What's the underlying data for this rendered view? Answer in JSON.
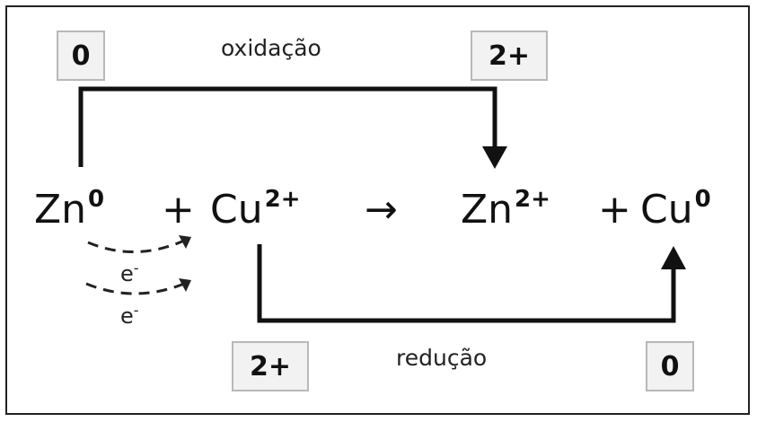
{
  "oxidation": {
    "label": "oxidação",
    "from_state": "0",
    "to_state": "2+"
  },
  "reduction": {
    "label": "redução",
    "from_state": "2+",
    "to_state": "0"
  },
  "equation": {
    "zn_reagent": {
      "symbol": "Zn",
      "charge": "0"
    },
    "plus_left": "+",
    "cu_reagent": {
      "symbol": "Cu",
      "charge": "2+"
    },
    "arrow": "→",
    "zn_product": {
      "symbol": "Zn",
      "charge": "2+"
    },
    "plus_right": "+",
    "cu_product": {
      "symbol": "Cu",
      "charge": "0"
    }
  },
  "electrons": {
    "label": "e",
    "charge": "-"
  },
  "colors": {
    "line": "#111111",
    "box_fill": "#f2f2f2",
    "box_border": "#b8b8b8"
  }
}
